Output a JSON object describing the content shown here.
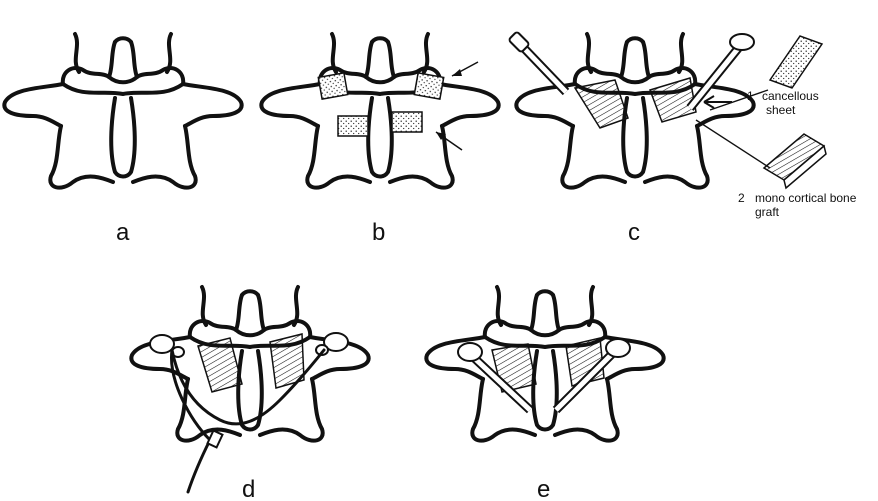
{
  "panels": [
    {
      "id": "a",
      "label": "a"
    },
    {
      "id": "b",
      "label": "b"
    },
    {
      "id": "c",
      "label": "c"
    },
    {
      "id": "d",
      "label": "d"
    },
    {
      "id": "e",
      "label": "e"
    }
  ],
  "legend": [
    {
      "number": "1",
      "text_line1": "cancellous",
      "text_line2": "sheet"
    },
    {
      "number": "2",
      "text_line1": "mono cortical bone",
      "text_line2": "graft"
    }
  ]
}
